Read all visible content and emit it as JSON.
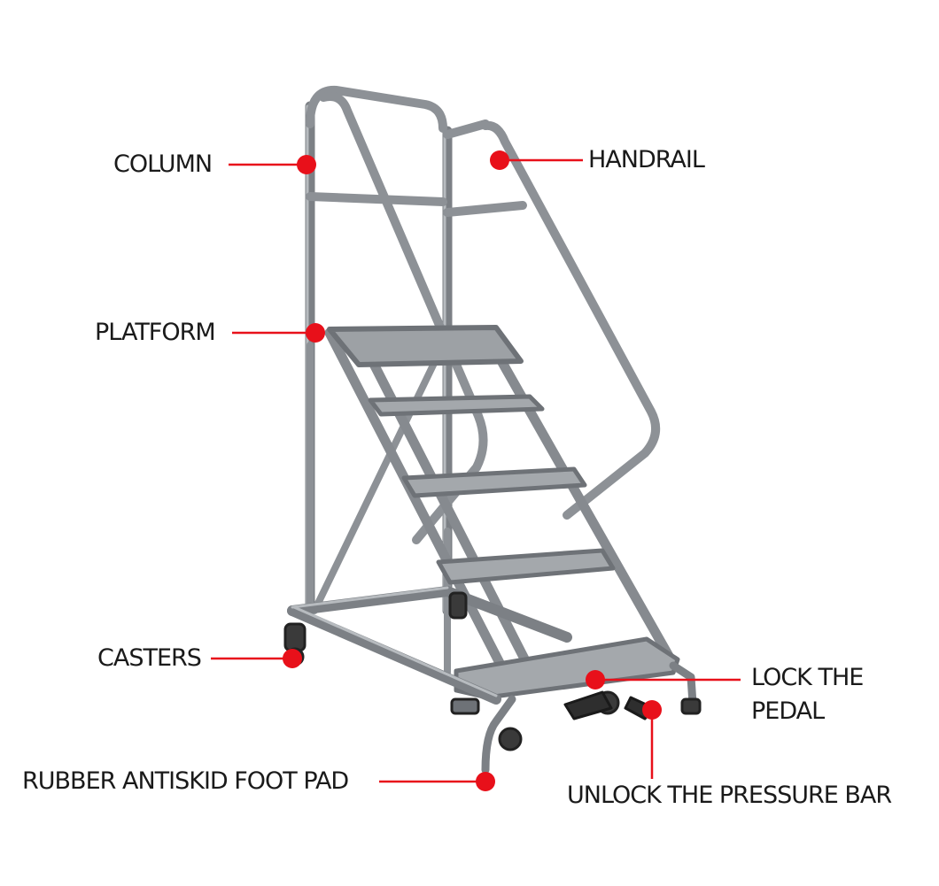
{
  "labels": {
    "column": "COLUMN",
    "handrail": "HANDRAIL",
    "platform": "PLATFORM",
    "casters": "CASTERS",
    "lock_pedal": "LOCK THE\nPEDAL",
    "foot_pad": "RUBBER ANTISKID FOOT PAD",
    "unlock_bar": "UNLOCK THE PRESSURE BAR"
  },
  "colors": {
    "marker": "#e8101a",
    "leader": "#e8101a",
    "frame": "#8d9196",
    "frame_edge": "#5f6368",
    "step": "#a4a8ac",
    "wheel": "#3a3a3a"
  }
}
